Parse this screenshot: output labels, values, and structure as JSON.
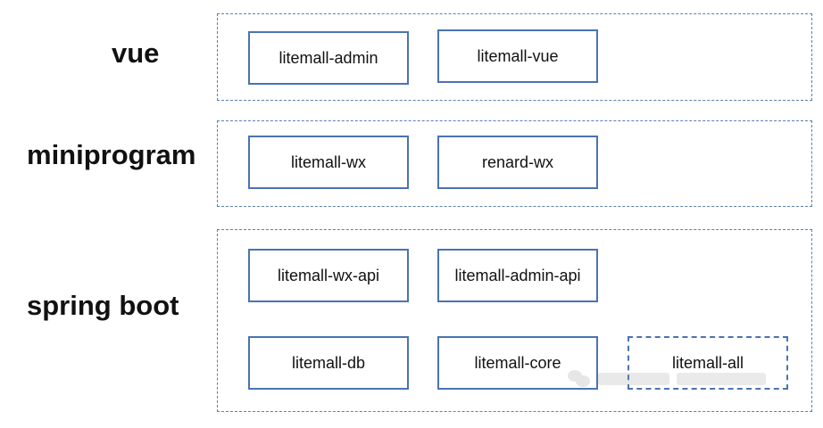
{
  "layers": [
    {
      "label": "vue",
      "modules": [
        {
          "label": "litemall-admin"
        },
        {
          "label": "litemall-vue"
        }
      ]
    },
    {
      "label": "miniprogram",
      "modules": [
        {
          "label": "litemall-wx"
        },
        {
          "label": "renard-wx"
        }
      ]
    },
    {
      "label": "spring boot",
      "modules": [
        {
          "label": "litemall-wx-api"
        },
        {
          "label": "litemall-admin-api"
        },
        {
          "label": "litemall-db"
        },
        {
          "label": "litemall-core"
        },
        {
          "label": "litemall-all",
          "style": "dashed"
        }
      ]
    }
  ],
  "watermark": {
    "icon": "wechat-icon"
  }
}
